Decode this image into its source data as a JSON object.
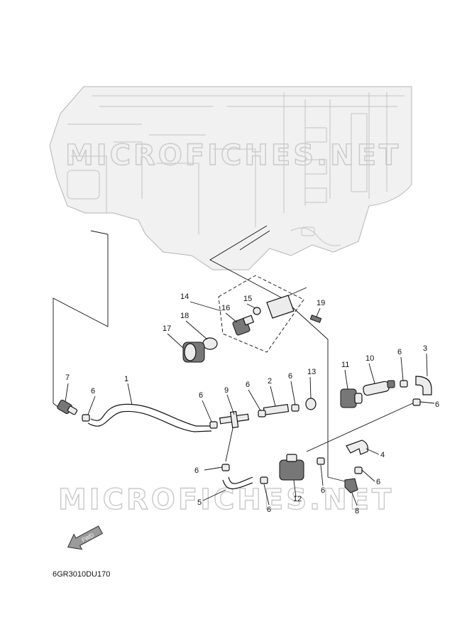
{
  "diagram": {
    "drawing_code": "6GR3010DU170",
    "watermark_top": "MICROFICHES.NET",
    "watermark_bottom": "MICROFICHES.NET",
    "fwd_label": "FWD",
    "callouts": {
      "c1": "1",
      "c2": "2",
      "c3": "3",
      "c4": "4",
      "c5": "5",
      "c6a": "6",
      "c6b": "6",
      "c6c": "6",
      "c6d": "6",
      "c6e": "6",
      "c6f": "6",
      "c6g": "6",
      "c6h": "6",
      "c6i": "6",
      "c6j": "6",
      "c7": "7",
      "c8": "8",
      "c9": "9",
      "c10": "10",
      "c11": "11",
      "c12": "12",
      "c13": "13",
      "c14": "14",
      "c15": "15",
      "c16": "16",
      "c17": "17",
      "c18": "18",
      "c19": "19"
    }
  }
}
